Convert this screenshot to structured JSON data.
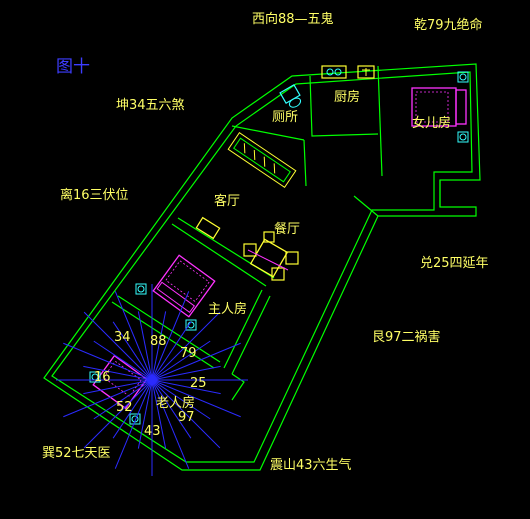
{
  "figure_title": "图十",
  "directions": {
    "northwest": "西向88—五鬼",
    "north": "乾79九绝命",
    "west_upper": "坤34五六煞",
    "west": "离16三伏位",
    "east": "兑25四延年",
    "southeast": "艮97二祸害",
    "south": "震山43六生气",
    "southwest": "巽52七天医"
  },
  "rooms": {
    "toilet": "厕所",
    "kitchen": "厨房",
    "daughter": "女儿房",
    "living": "客厅",
    "dining": "餐厅",
    "master": "主人房",
    "elder": "老人房"
  },
  "compass_numbers": {
    "n34": "34",
    "n88": "88",
    "n79": "79",
    "n16": "16",
    "n25": "25",
    "n52": "52",
    "n43": "43",
    "n97": "97"
  },
  "colors": {
    "background": "#000000",
    "walls": "#00ff00",
    "text": "#ffff66",
    "compass": "#2b2bff",
    "furniture_magenta": "#ff33ff",
    "furniture_yellow": "#ffff33",
    "fixture_cyan": "#33ffff"
  }
}
